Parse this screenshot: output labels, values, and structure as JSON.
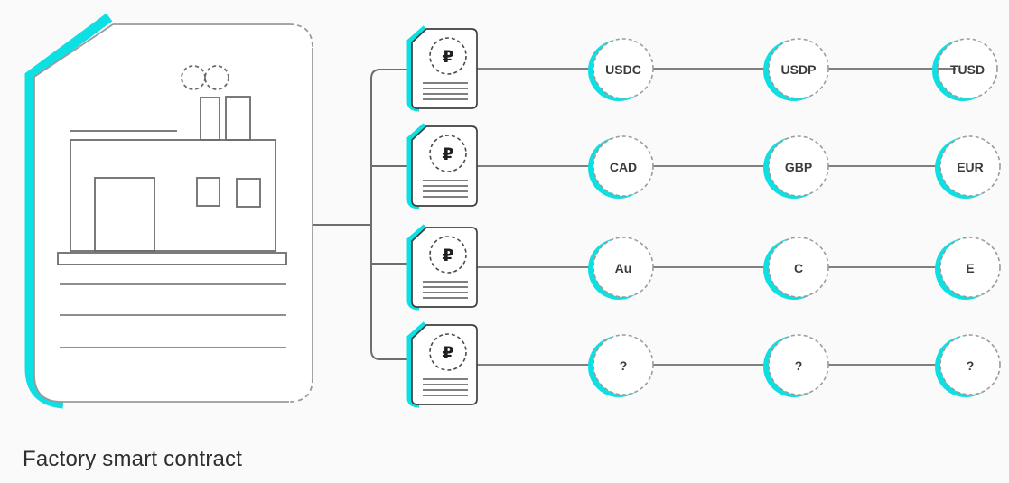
{
  "title": "Factory smart contract",
  "colors": {
    "accent": "#0de0e2",
    "background": "#fafafa",
    "connector": "#7f7f7f",
    "outline": "#9a9a9a"
  },
  "icons": {
    "factory_card": "factory-icon",
    "token_contract": "r-token-icon"
  },
  "rows": [
    {
      "contract_icon": "₽",
      "tokens": [
        "USDC",
        "USDP",
        "TUSD"
      ]
    },
    {
      "contract_icon": "₽",
      "tokens": [
        "CAD",
        "GBP",
        "EUR"
      ]
    },
    {
      "contract_icon": "₽",
      "tokens": [
        "Au",
        "C",
        "E"
      ]
    },
    {
      "contract_icon": "₽",
      "tokens": [
        "?",
        "?",
        "?"
      ]
    }
  ]
}
